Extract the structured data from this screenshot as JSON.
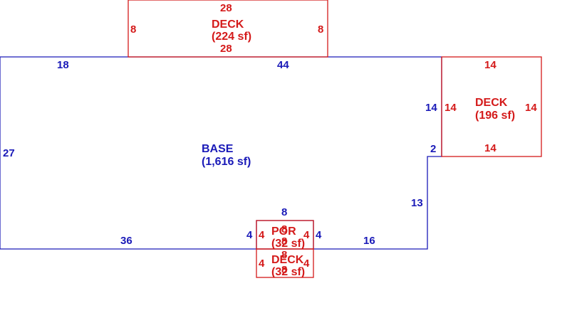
{
  "colors": {
    "base": "#1a1ab8",
    "addon": "#d41a1a",
    "background": "#ffffff"
  },
  "base": {
    "name": "BASE",
    "area": "(1,616 sf)",
    "dims": {
      "top_left": "18",
      "top_right": "44",
      "left": "27",
      "right_upper": "14",
      "step": "2",
      "right_lower": "13",
      "bottom_right": "16",
      "bottom_left": "36",
      "porch_side_left": "4",
      "porch_side_right": "4",
      "porch_top": "8"
    }
  },
  "deck_top": {
    "name": "DECK",
    "area": "(224 sf)",
    "dims": {
      "top": "28",
      "bottom": "28",
      "left": "8",
      "right": "8"
    }
  },
  "deck_right": {
    "name": "DECK",
    "area": "(196 sf)",
    "dims": {
      "top": "14",
      "bottom": "14",
      "left": "14",
      "right": "14"
    }
  },
  "porch": {
    "name": "POR",
    "area": "(32 sf)",
    "dims": {
      "left": "4",
      "right": "4",
      "inner_top": "8",
      "inner_bottom": "8"
    }
  },
  "deck_bottom": {
    "name": "DECK",
    "area": "(32 sf)",
    "dims": {
      "left": "4",
      "right": "4",
      "inner_top": "8",
      "inner_bottom": "8"
    }
  }
}
